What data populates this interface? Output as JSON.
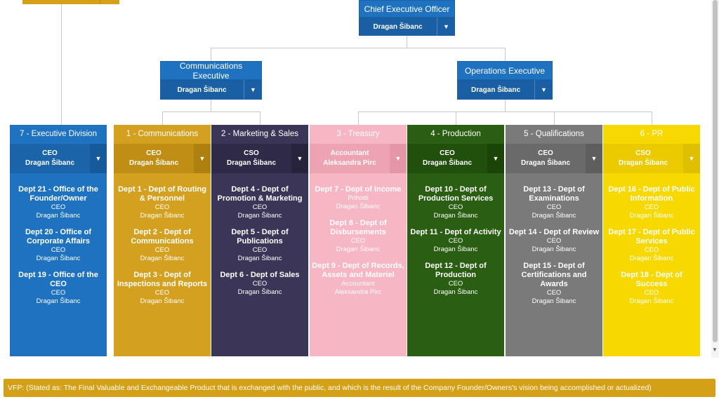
{
  "ceo": {
    "title": "Chief Executive Officer",
    "holder": "Dragan Šibanc"
  },
  "executives": [
    {
      "title": "Communications Executive",
      "holder": "Dragan Šibanc"
    },
    {
      "title": "Operations Executive",
      "holder": "Dragan Šibanc"
    }
  ],
  "divisions": [
    {
      "name": "7 - Executive Division",
      "post": "CEO",
      "holder": "Dragan Šibanc",
      "bg": "#1f72c0",
      "head_bg": "#1f72c0",
      "person_bg": "#1b64aa",
      "caret_bg": "#175a99",
      "head_color": "#ffffff",
      "body_color": "#ffffff",
      "depts": [
        {
          "name": "Dept 21 - Office of the Founder/Owner",
          "post": "CEO",
          "holder": "Dragan Šibanc"
        },
        {
          "name": "Dept 20 - Office of Corporate Affairs",
          "post": "CEO",
          "holder": "Dragan Šibanc"
        },
        {
          "name": "Dept 19 - Office of the CEO",
          "post": "CEO",
          "holder": "Dragan Šibanc"
        }
      ]
    },
    {
      "name": "1 - Communications",
      "post": "CEO",
      "holder": "Dragan Šibanc",
      "bg": "#d4a020",
      "head_bg": "#d4a020",
      "person_bg": "#c08e14",
      "caret_bg": "#ad800f",
      "head_color": "#ffffff",
      "body_color": "#ffffff",
      "depts": [
        {
          "name": "Dept 1 - Dept of Routing & Personnel",
          "post": "CEO",
          "holder": "Dragan Šibanc"
        },
        {
          "name": "Dept 2 - Dept of Communications",
          "post": "CEO",
          "holder": "Dragan Šibanc"
        },
        {
          "name": "Dept 3 - Dept of Inspections and Reports",
          "post": "CEO",
          "holder": "Dragan Šibanc"
        }
      ]
    },
    {
      "name": "2 - Marketing & Sales",
      "post": "CSO",
      "holder": "Dragan Šibanc",
      "bg": "#3b3557",
      "head_bg": "#3b3557",
      "person_bg": "#2f2a47",
      "caret_bg": "#28233d",
      "head_color": "#ffffff",
      "body_color": "#ffffff",
      "depts": [
        {
          "name": "Dept 4 - Dept of Promotion & Marketing",
          "post": "CEO",
          "holder": "Dragan Šibanc"
        },
        {
          "name": "Dept 5 - Dept of Publications",
          "post": "CEO",
          "holder": "Dragan Šibanc"
        },
        {
          "name": "Dept 6 - Dept of Sales",
          "post": "CEO",
          "holder": "Dragan Šibanc"
        }
      ]
    },
    {
      "name": "3 - Treasury",
      "post": "Accountant",
      "holder": "Aleksandra Pirc",
      "bg": "#f7b6c3",
      "head_bg": "#f7b6c3",
      "person_bg": "#eea3b2",
      "caret_bg": "#e596a6",
      "head_color": "#ffffff",
      "body_color": "#ffffff",
      "depts": [
        {
          "name": "Dept 7 - Dept of Income",
          "post": "Prihodi",
          "holder": "Dragan Šibanc"
        },
        {
          "name": "Dept 8 - Dept of Disbursements",
          "post": "CEO",
          "holder": "Dragan Šibanc"
        },
        {
          "name": "Dept 9 - Dept of Records, Assets and Materiel",
          "post": "Accountant",
          "holder": "Aleksandra Pirc"
        }
      ]
    },
    {
      "name": "4 - Production",
      "post": "CEO",
      "holder": "Dragan Šibanc",
      "bg": "#2a5e12",
      "head_bg": "#2a5e12",
      "person_bg": "#214f0c",
      "caret_bg": "#1b4409",
      "head_color": "#ffffff",
      "body_color": "#ffffff",
      "depts": [
        {
          "name": "Dept 10 - Dept of Production Services",
          "post": "CEO",
          "holder": "Dragan Šibanc"
        },
        {
          "name": "Dept 11 - Dept of Activity",
          "post": "CEO",
          "holder": "Dragan Šibanc"
        },
        {
          "name": "Dept 12 - Dept of Production",
          "post": "CEO",
          "holder": "Dragan Šibanc"
        }
      ]
    },
    {
      "name": "5 - Qualifications",
      "post": "CEO",
      "holder": "Dragan Šibanc",
      "bg": "#7a7a7a",
      "head_bg": "#7a7a7a",
      "person_bg": "#6a6a6a",
      "caret_bg": "#5e5e5e",
      "head_color": "#ffffff",
      "body_color": "#ffffff",
      "depts": [
        {
          "name": "Dept 13 - Dept of Examinations",
          "post": "CEO",
          "holder": "Dragan Šibanc"
        },
        {
          "name": "Dept 14 - Dept of Review",
          "post": "CEO",
          "holder": "Dragan Šibanc"
        },
        {
          "name": "Dept 15 - Dept of Certifications and Awards",
          "post": "CEO",
          "holder": "Dragan Šibanc"
        }
      ]
    },
    {
      "name": "6 - PR",
      "post": "CSO",
      "holder": "Dragan Šibanc",
      "bg": "#f7d800",
      "head_bg": "#f7d800",
      "person_bg": "#ebcb00",
      "caret_bg": "#dfc000",
      "head_color": "#ffffff",
      "body_color": "#ffffff",
      "depts": [
        {
          "name": "Dept 16 - Dept of Public Information",
          "post": "CEO",
          "holder": "Dragan Šibanc"
        },
        {
          "name": "Dept 17 - Dept of Public Services",
          "post": "CEO",
          "holder": "Dragan Šibanc"
        },
        {
          "name": "Dept 18 - Dept of Success",
          "post": "CEO",
          "holder": "Dragan Šibanc"
        }
      ]
    }
  ],
  "footer": {
    "text": "VFP: (Stated as: The Final Valuable and Exchangeable Product that is exchanged with the public, and which is the result of the Company Founder/Owners's vision being accomplished or actualized)"
  },
  "icons": {
    "caret": "chevron-down-icon"
  }
}
